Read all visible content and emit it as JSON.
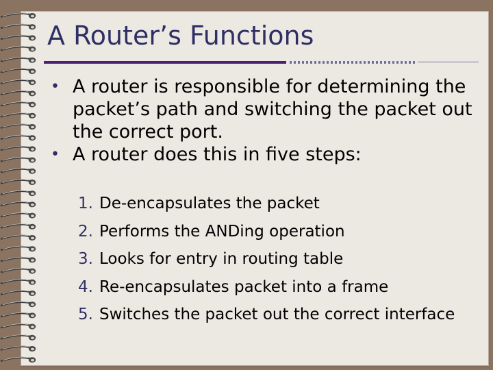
{
  "slide": {
    "title": "A Router’s Functions",
    "bullets": [
      {
        "marker": "•",
        "text": "A router is responsible for determining the packet’s path and switching the packet out the correct port."
      },
      {
        "marker": "•",
        "text": "A router does this in five steps:"
      }
    ],
    "steps": [
      {
        "number": "1.",
        "text": "De-encapsulates the packet"
      },
      {
        "number": "2.",
        "text": "Performs the ANDing operation"
      },
      {
        "number": "3.",
        "text": "Looks for entry in routing table"
      },
      {
        "number": "4.",
        "text": "Re-encapsulates packet into a frame"
      },
      {
        "number": "5.",
        "text": "Switches the packet out the correct interface"
      }
    ]
  },
  "colors": {
    "background": "#8b7362",
    "paper": "#ece9e2",
    "title": "#2f2f64",
    "rule_dark": "#4b1f72",
    "rule_light": "#6f6fa4"
  }
}
